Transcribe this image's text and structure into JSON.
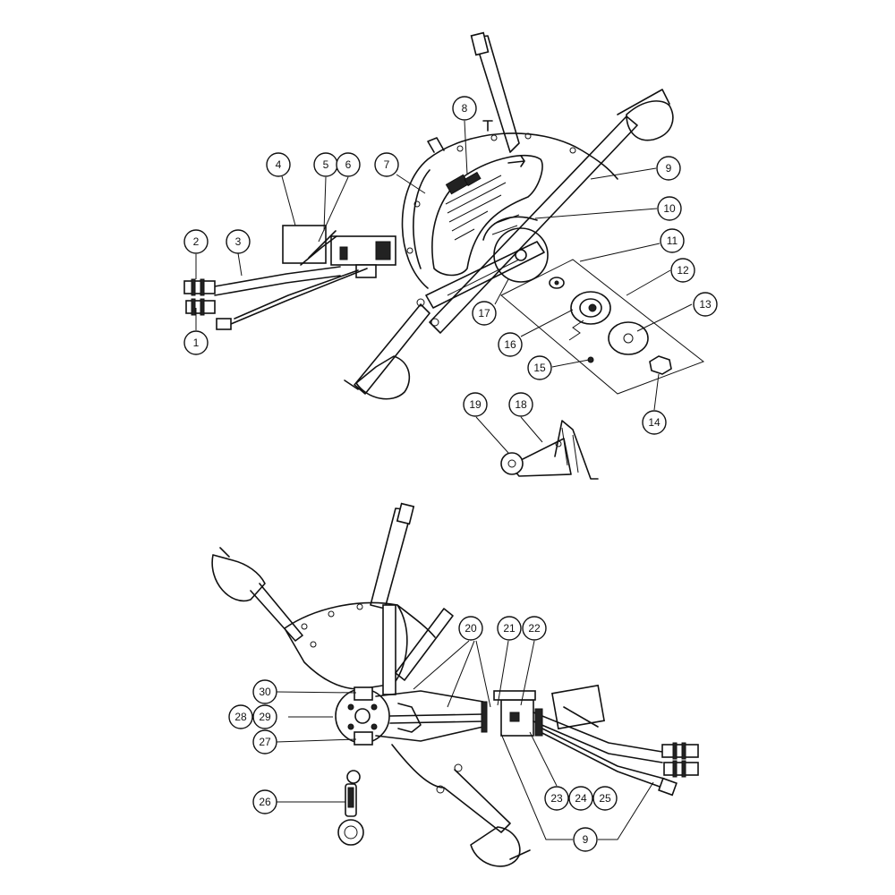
{
  "callouts": {
    "c1": "1",
    "c2": "2",
    "c3": "3",
    "c4": "4",
    "c5": "5",
    "c6": "6",
    "c7": "7",
    "c8": "8",
    "c9a": "9",
    "c10": "10",
    "c11": "11",
    "c12": "12",
    "c13": "13",
    "c14": "14",
    "c15": "15",
    "c16": "16",
    "c17": "17",
    "c18": "18",
    "c19": "19",
    "c20": "20",
    "c21": "21",
    "c22": "22",
    "c23": "23",
    "c24": "24",
    "c25": "25",
    "c26": "26",
    "c27": "27",
    "c28": "28",
    "c29": "29",
    "c30": "30",
    "c9b": "9"
  }
}
